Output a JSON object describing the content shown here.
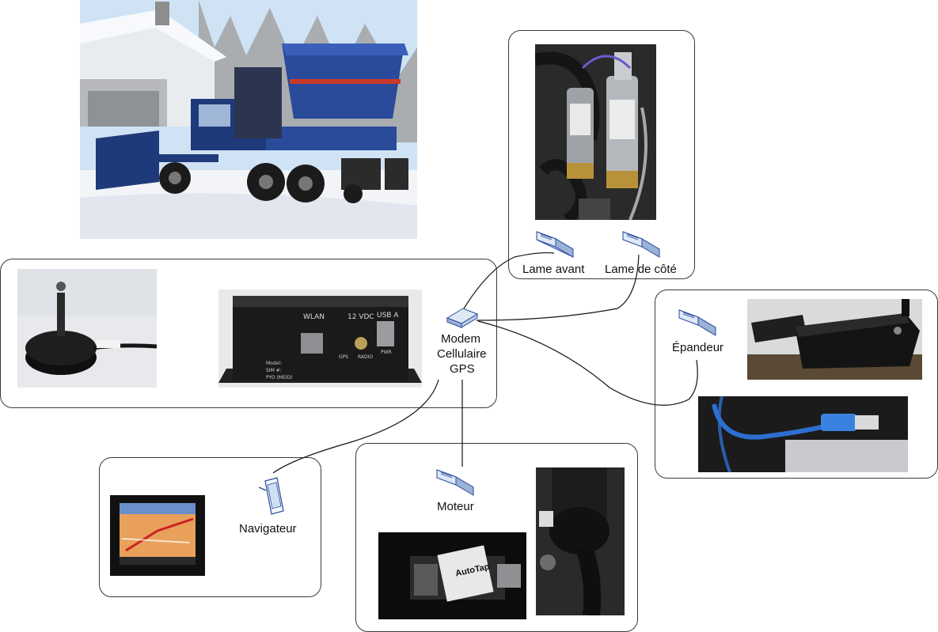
{
  "labels": {
    "lame_avant": "Lame avant",
    "lame_cote": "Lame de côté",
    "modem": [
      "Modem",
      "Cellulaire",
      "GPS"
    ],
    "epandeur": "Épandeur",
    "moteur": "Moteur",
    "navigateur": "Navigateur"
  },
  "modem_panel_text": {
    "wlan": "WLAN",
    "vdc": "12 VDC",
    "usb": "USB A",
    "gps": "GPS",
    "radio": "RADIO",
    "pwr": "PWR",
    "model": "Model:",
    "sim": "SIM #:",
    "pyo": "PYO (MEID)"
  },
  "autotap_text": "AutoTap",
  "colors": {
    "truck_blue": "#2a4a9a",
    "sky": "#cfe3f5",
    "snow": "#f2f4f8",
    "device_black": "#1a1a1a",
    "sensor_brass": "#b8923a",
    "usb_blue": "#2d6fd0",
    "map_orange": "#e8a05a"
  }
}
